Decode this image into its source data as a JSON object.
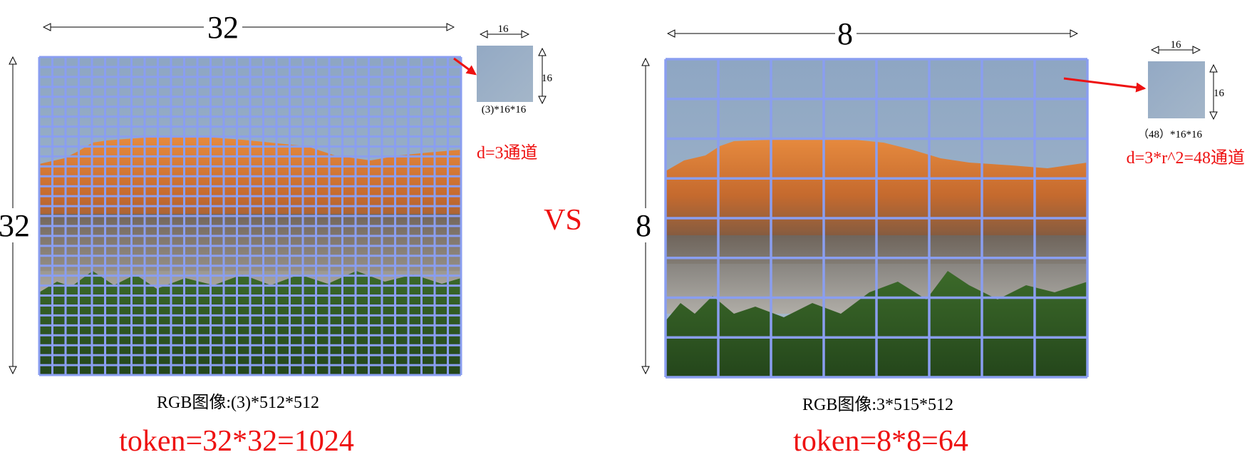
{
  "colors": {
    "grid": "#8a9ef0",
    "accent_red": "#ee1111",
    "sky_top": "#8fa7c4",
    "sky_bottom": "#a8bccd",
    "rock_orange": "#e0803a",
    "rock_gray": "#6b6560",
    "scree": "#a7a29a",
    "forest": "#2f5a22"
  },
  "left": {
    "grid_count": 32,
    "top_dim_label": "32",
    "side_dim_label": "32",
    "patch_w_label": "16",
    "patch_h_label": "16",
    "patch_caption": "(3)*16*16",
    "channel_label": "d=3通道",
    "caption": "RGB图像:(3)*512*512",
    "token_label": "token=32*32=1024"
  },
  "vs_label": "VS",
  "right": {
    "grid_count": 8,
    "top_dim_label": "8",
    "side_dim_label": "8",
    "patch_w_label": "16",
    "patch_h_label": "16",
    "patch_caption": "（48）*16*16",
    "channel_label": "d=3*r^2=48通道",
    "caption": "RGB图像:3*515*512",
    "token_label": "token=8*8=64"
  }
}
